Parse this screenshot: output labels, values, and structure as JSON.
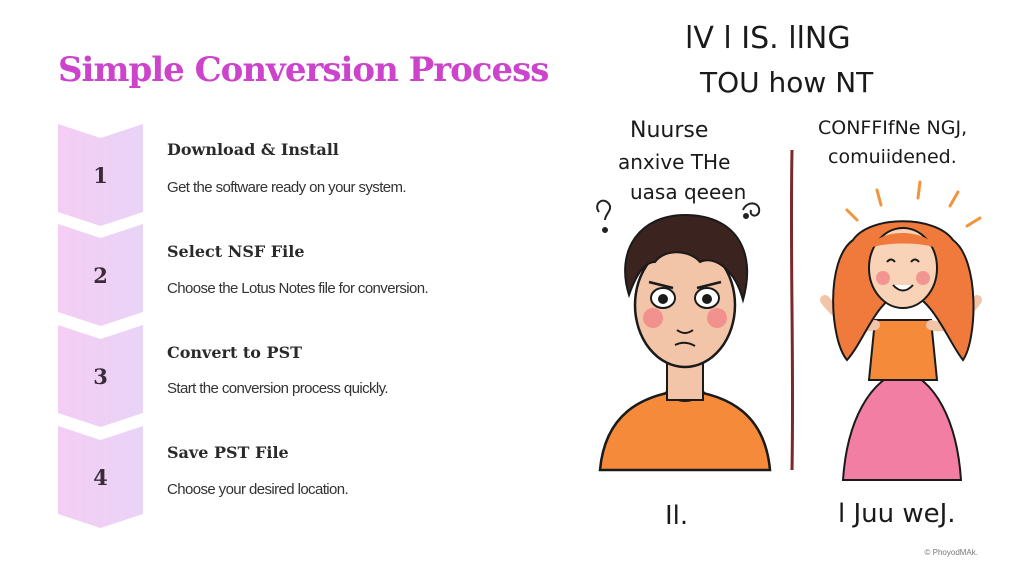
{
  "slide": {
    "title": "Simple Conversion Process",
    "steps": [
      {
        "number": "1",
        "title": "Download & Install",
        "description": "Get the software ready on your system."
      },
      {
        "number": "2",
        "title": "Select NSF File",
        "description": "Choose the Lotus Notes file for conversion."
      },
      {
        "number": "3",
        "title": "Convert to PST",
        "description": "Start the conversion process quickly."
      },
      {
        "number": "4",
        "title": "Save PST File",
        "description": "Choose your desired location."
      }
    ]
  },
  "illustration": {
    "header_line1": "lV l IS.  llNG",
    "header_line2": "TOU how NT",
    "left_caption_line1": "Nuurse",
    "left_caption_line2": "anxive THe",
    "left_caption_line3": "uasa qeeen",
    "right_caption_line1": "CONFFIfNe NGJ,",
    "right_caption_line2": "comuiidened.",
    "left_label": "Il.",
    "right_label": "l Juu weJ."
  },
  "copyright": "© PhoyodMAk.",
  "colors": {
    "title": "#cc44cc",
    "chevron_start": "#f5cdf4",
    "chevron_end": "#e8d4f6",
    "orange_shirt": "#f58a3a",
    "pink_dress": "#f27ea3",
    "hair_dark": "#3b2320",
    "hair_ginger": "#f07a3c",
    "divider": "#7a2a2a"
  }
}
